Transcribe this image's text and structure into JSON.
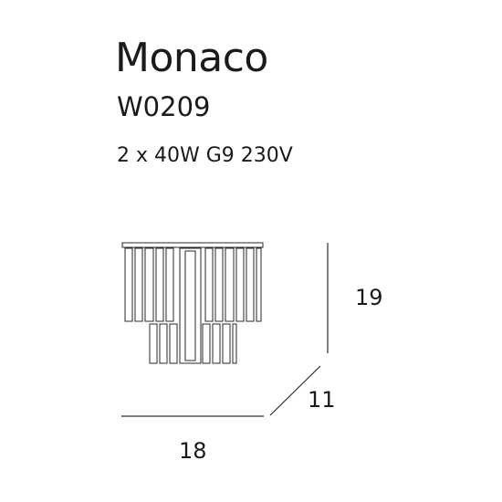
{
  "product": {
    "name": "Monaco",
    "code": "W0209",
    "spec": "2 x 40W G9 230V"
  },
  "dimensions": {
    "height": "19",
    "depth": "11",
    "width": "18"
  }
}
